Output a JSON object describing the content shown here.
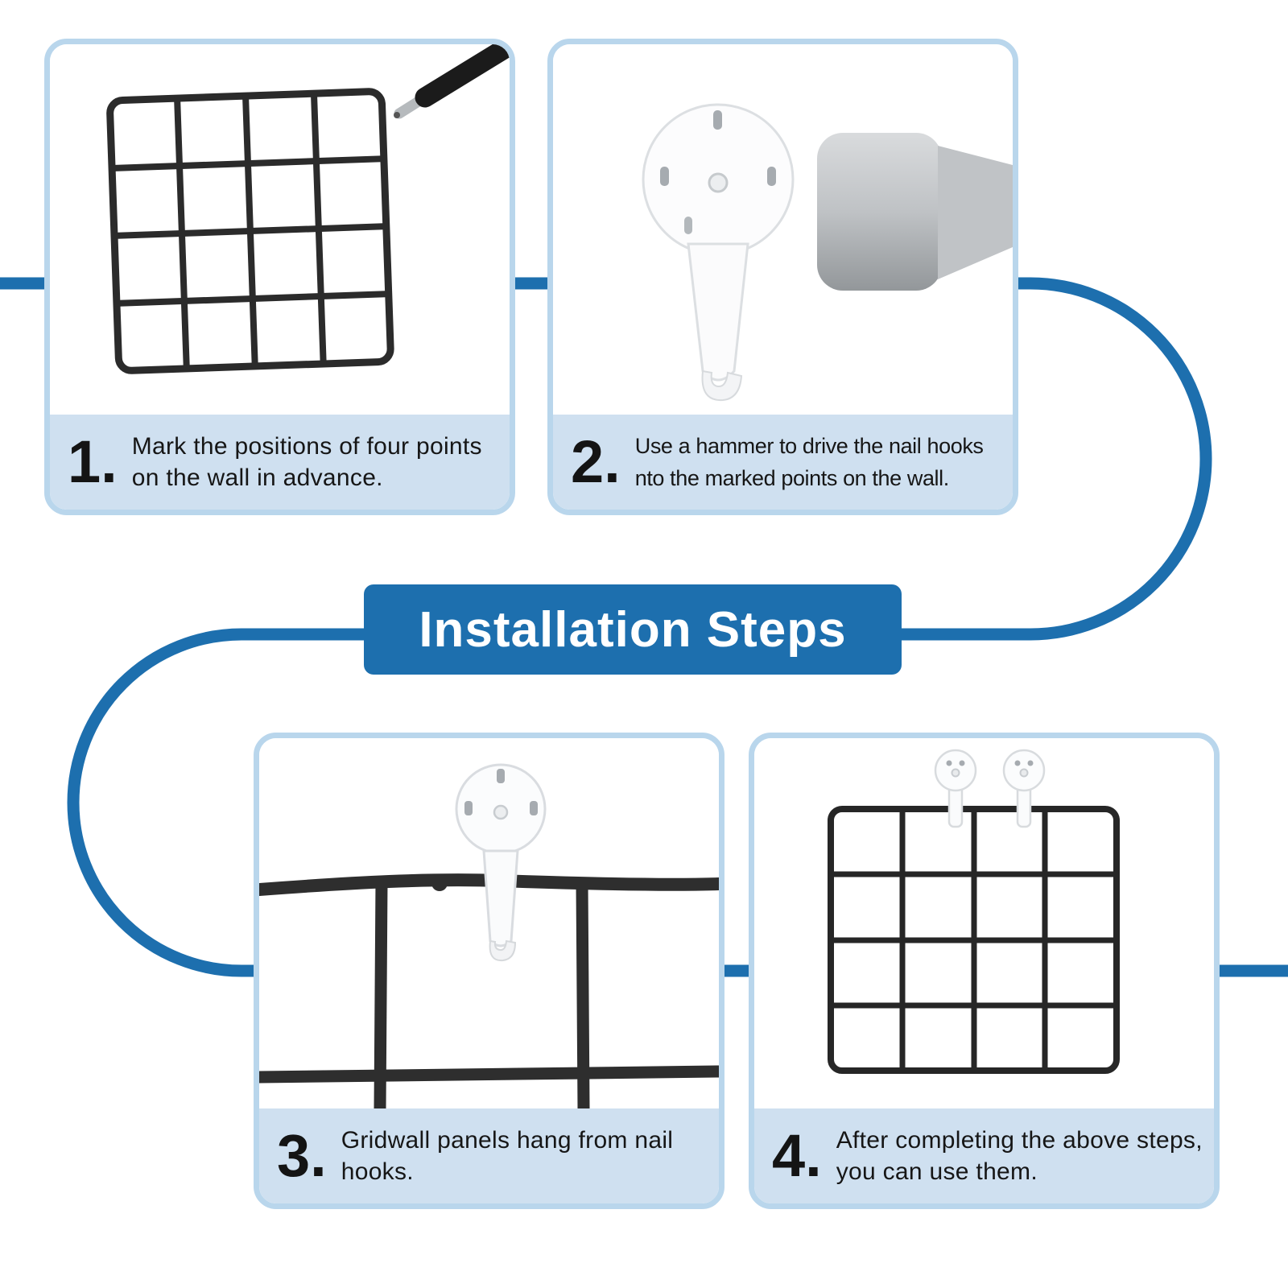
{
  "banner": {
    "title": "Installation Steps"
  },
  "steps": [
    {
      "number": "1.",
      "text": "Mark the positions of four points on the wall in advance.",
      "illustration": "grid-panel-with-marker-pen"
    },
    {
      "number": "2.",
      "text": "Use a hammer to drive the nail hooks nto the marked points on the wall.",
      "illustration": "nail-hook-and-hammer"
    },
    {
      "number": "3.",
      "text": "Gridwall panels hang from nail hooks.",
      "illustration": "nail-hook-holding-grid-wire"
    },
    {
      "number": "4.",
      "text": "After completing the above steps, you can use them.",
      "illustration": "grid-panel-hanging-on-two-hooks"
    }
  ],
  "colors": {
    "accent_blue": "#1d6fae",
    "card_border": "#b9d6ec",
    "caption_background": "#cfe0f0",
    "banner_background": "#1d6fae",
    "banner_text": "#ffffff",
    "wire_black": "#2b2b2b"
  }
}
